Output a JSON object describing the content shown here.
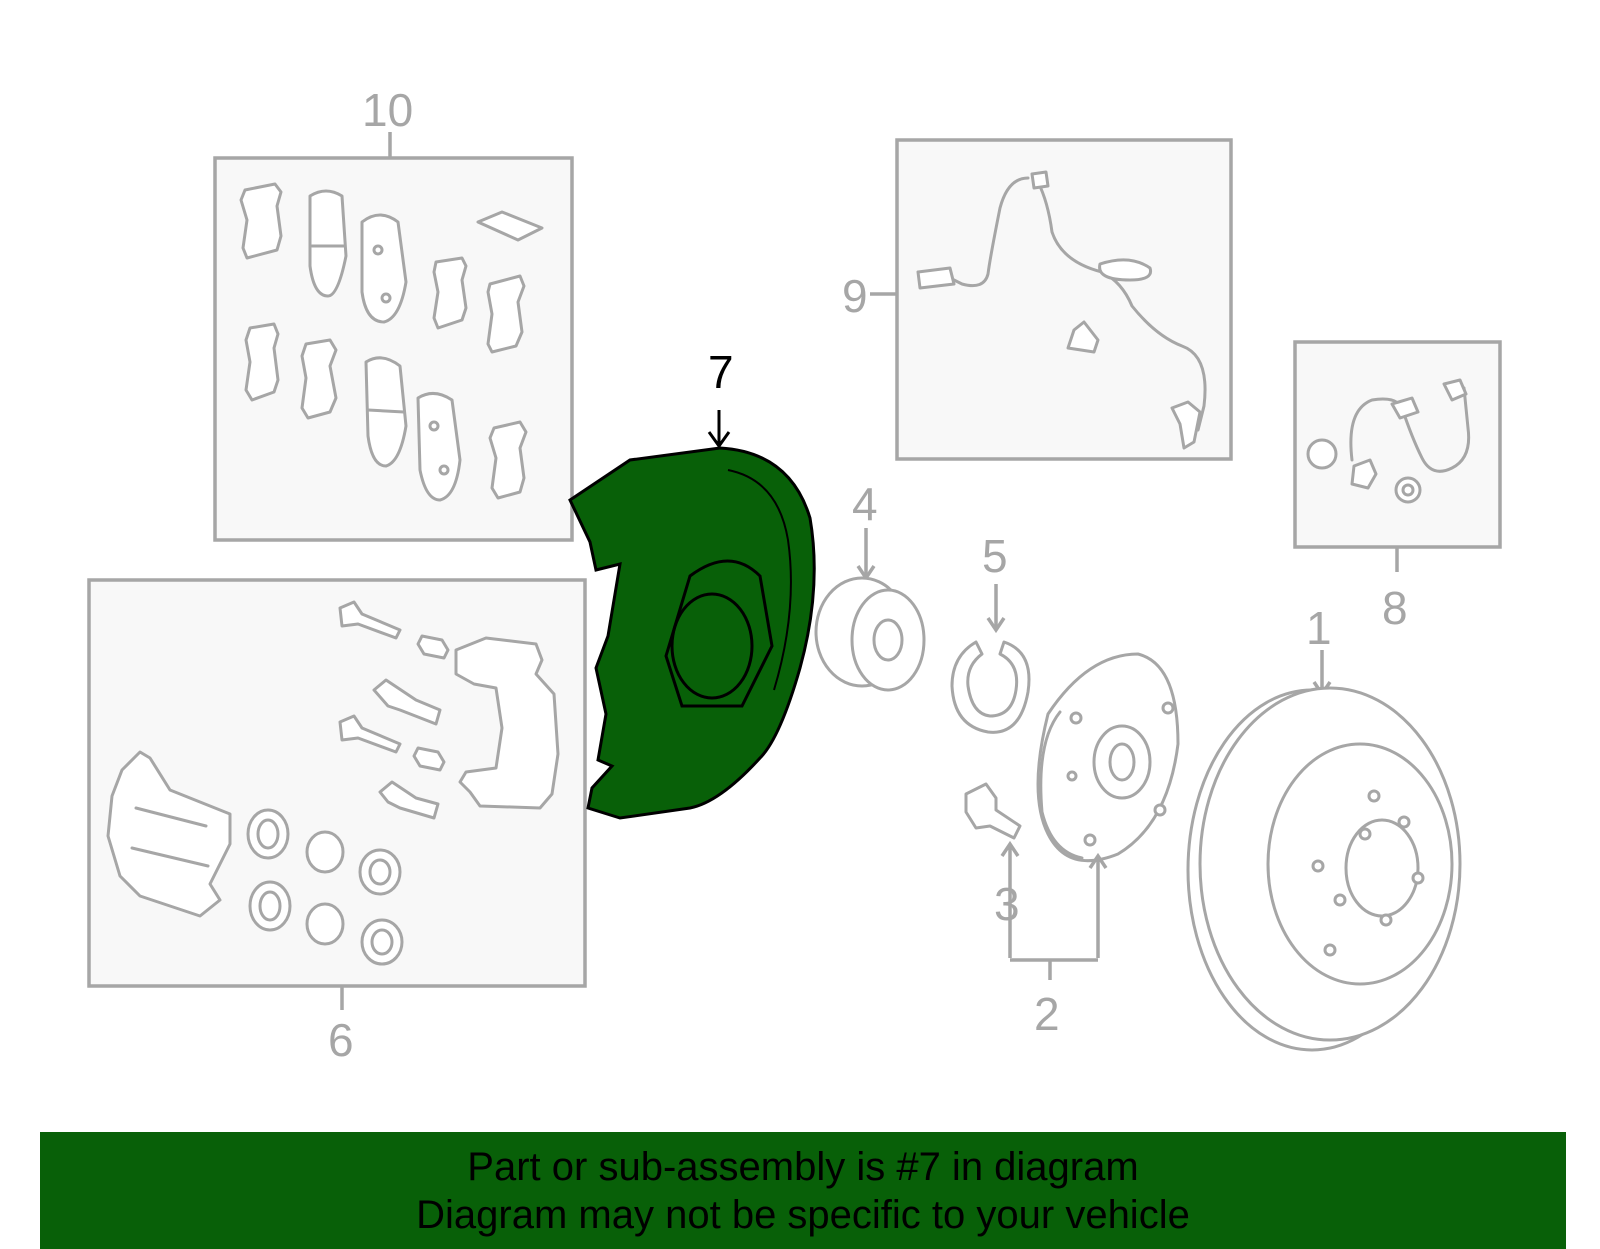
{
  "banner": {
    "line1": "Part or sub-assembly is #7 in diagram",
    "line2": "Diagram may not be specific to your vehicle",
    "background": "#086008"
  },
  "highlight_color": "#086008",
  "callouts": {
    "c1": "1",
    "c2": "2",
    "c3": "3",
    "c4": "4",
    "c5": "5",
    "c6": "6",
    "c7": "7",
    "c8": "8",
    "c9": "9",
    "c10": "10"
  }
}
